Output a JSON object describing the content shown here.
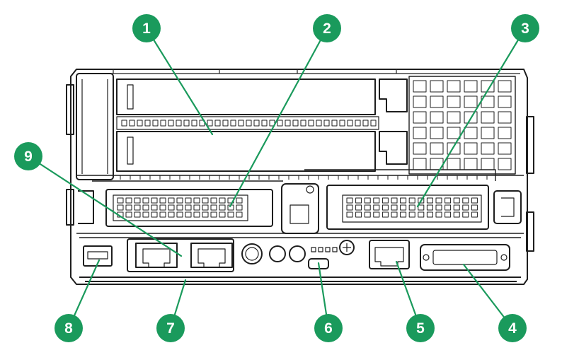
{
  "diagram": {
    "callouts": [
      {
        "label": "1",
        "target": "pcie-slot-upper"
      },
      {
        "label": "2",
        "target": "riser-left"
      },
      {
        "label": "3",
        "target": "riser-right"
      },
      {
        "label": "4",
        "target": "sas-connector"
      },
      {
        "label": "5",
        "target": "ilo-port"
      },
      {
        "label": "6",
        "target": "micro-usb-port"
      },
      {
        "label": "7",
        "target": "chassis-front-edge"
      },
      {
        "label": "8",
        "target": "usb-port"
      },
      {
        "label": "9",
        "target": "rj45-port"
      }
    ],
    "colors": {
      "callout_fill": "#1a9a5c",
      "leader_line": "#1a9a5c",
      "outline": "#1e1e1e",
      "panel": "#ffffff"
    }
  }
}
